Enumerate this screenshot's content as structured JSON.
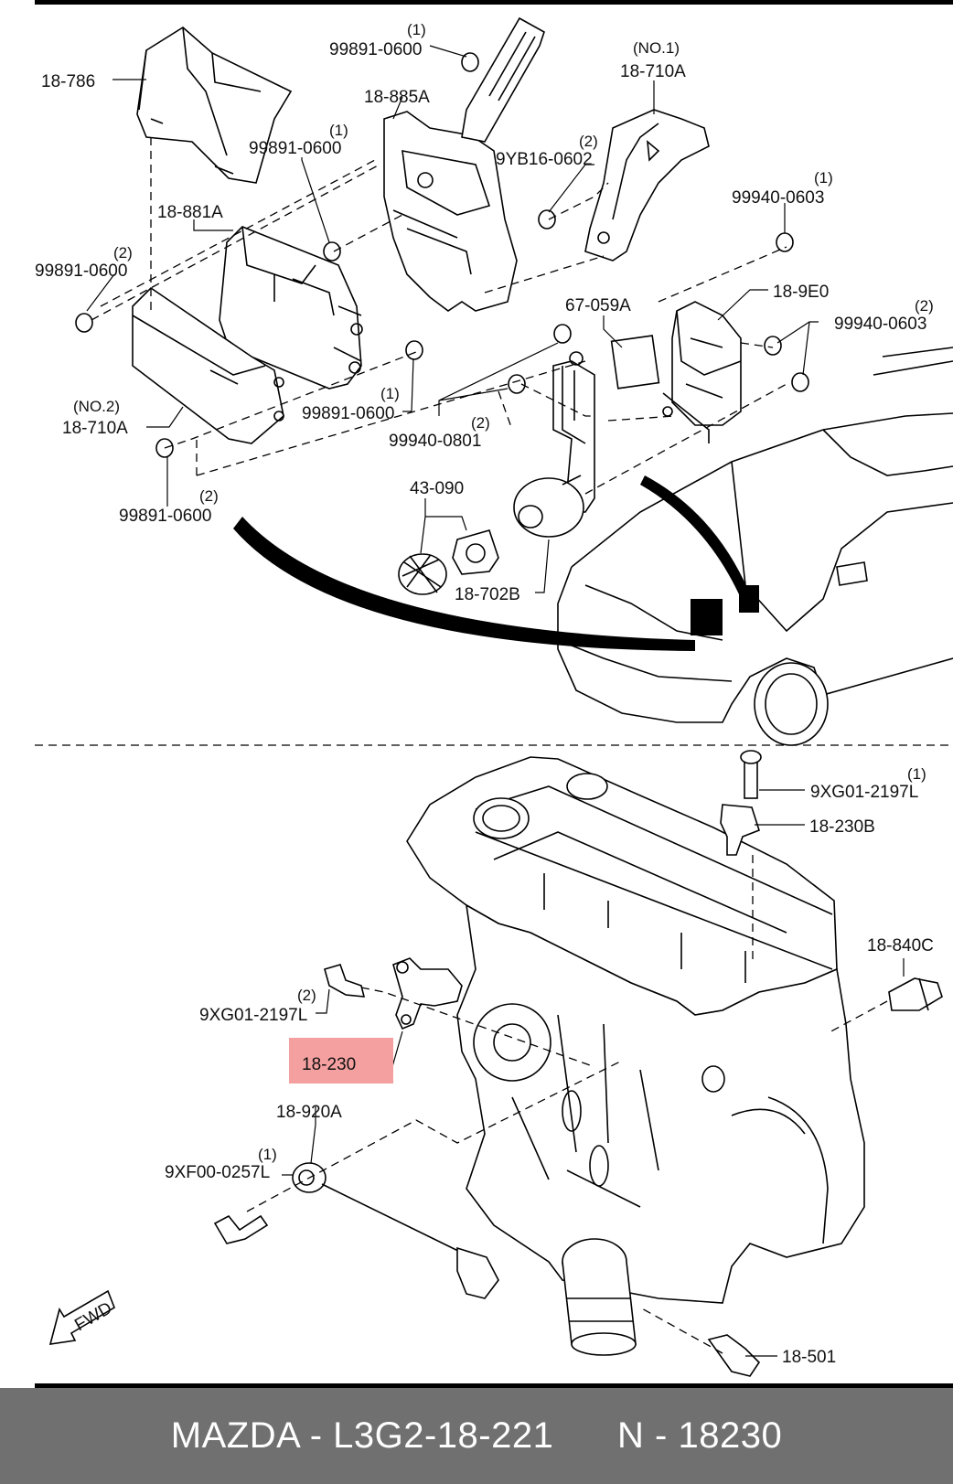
{
  "labels": {
    "l_18_786": "18-786",
    "l_99891_top": "99891-0600",
    "q_99891_top": "(1)",
    "l_18_885a": "18-885A",
    "l_no1": "(NO.1)",
    "l_18_710a_1": "18-710A",
    "l_99891_mid": "99891-0600",
    "q_99891_mid": "(1)",
    "l_9yb16": "9YB16-0602",
    "q_9yb16": "(2)",
    "l_99940_0603_a": "99940-0603",
    "q_99940_0603_a": "(1)",
    "l_18_881a": "18-881A",
    "l_99891_left": "99891-0600",
    "q_99891_left": "(2)",
    "l_67_059a": "67-059A",
    "l_18_9e0": "18-9E0",
    "l_99940_0603_b": "99940-0603",
    "q_99940_0603_b": "(2)",
    "l_no2": "(NO.2)",
    "l_18_710a_2": "18-710A",
    "l_99891_bot": "99891-0600",
    "q_99891_bot": "(1)",
    "l_99940_0801": "99940-0801",
    "q_99940_0801": "(2)",
    "l_99891_low": "99891-0600",
    "q_99891_low": "(2)",
    "l_43_090": "43-090",
    "l_18_702b": "18-702B",
    "l_9xg01_a": "9XG01-2197L",
    "q_9xg01_a": "(1)",
    "l_18_230b": "18-230B",
    "l_18_840c": "18-840C",
    "l_9xg01_b": "9XG01-2197L",
    "q_9xg01_b": "(2)",
    "l_18_230": "18-230",
    "l_18_920a": "18-920A",
    "l_9xf00": "9XF00-0257L",
    "q_9xf00": "(1)",
    "l_18_501": "18-501",
    "fwd": "FWD"
  },
  "highlight_color": "#f4a0a0",
  "footer": {
    "text": "MAZDA - L3G2-18-221      N - 18230",
    "background": "#707070"
  }
}
